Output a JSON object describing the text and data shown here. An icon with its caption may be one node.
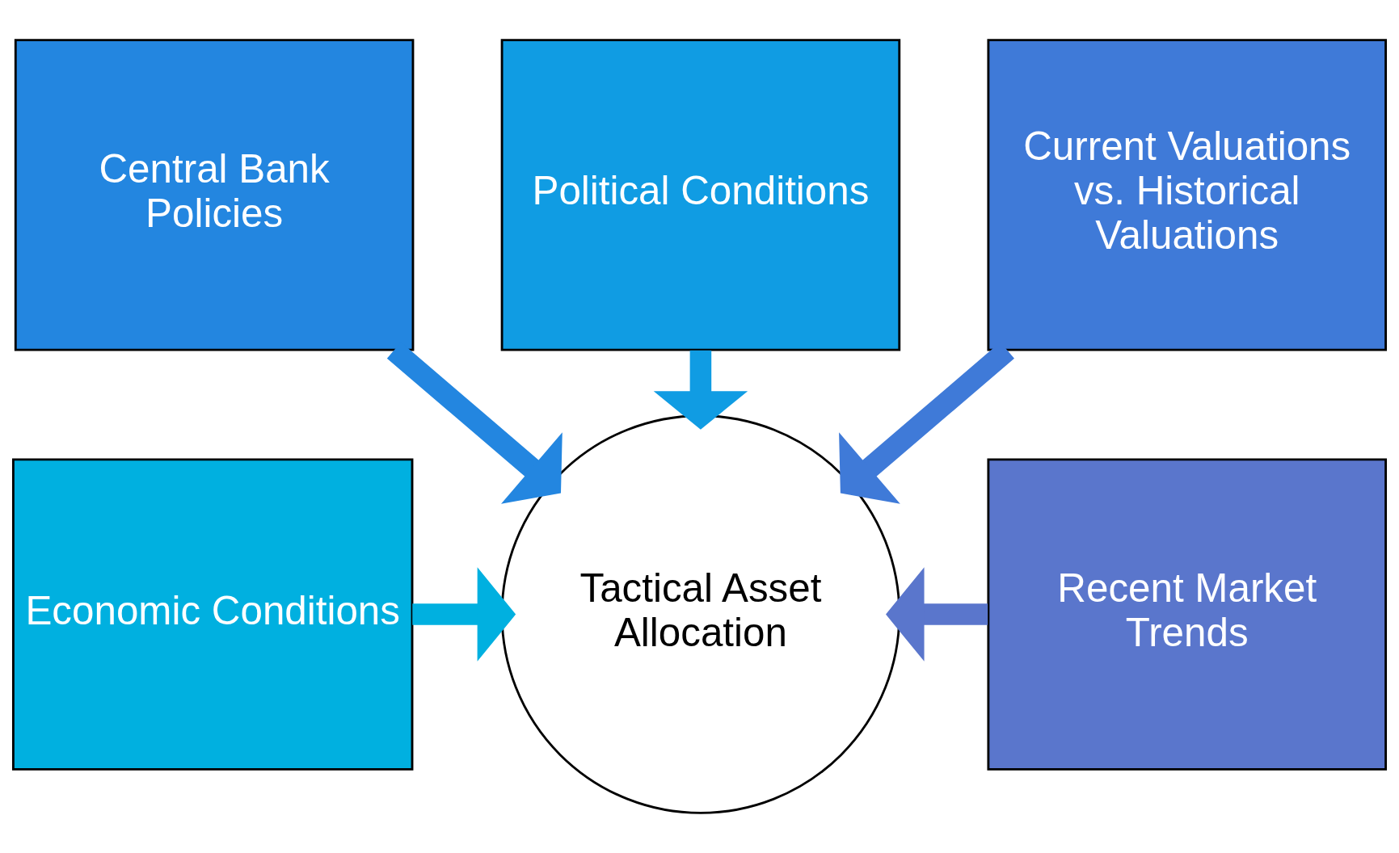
{
  "diagram": {
    "nodes": [
      {
        "text": [
          "Economic Conditions"
        ]
      },
      {
        "text": [
          "Political Conditions"
        ]
      },
      {
        "text": [
          "Central Bank Policies"
        ]
      },
      {
        "text": [
          "Current Valuations vs. Historical Valuations"
        ]
      },
      {
        "text": [
          "Recent Market Trends"
        ]
      },
      {
        "text": [
          "Tactical Asset Allocation"
        ]
      }
    ],
    "edges": [
      {
        "from": 0,
        "to": 5,
        "arrow": "to",
        "color": "#00b0e0"
      },
      {
        "from": 1,
        "to": 5,
        "arrow": "to",
        "color": "#109ce3"
      },
      {
        "from": 2,
        "to": 5,
        "arrow": "to",
        "color": "#2386e0"
      },
      {
        "from": 3,
        "to": 5,
        "arrow": "to",
        "color": "#3f7ad8"
      },
      {
        "from": 4,
        "to": 5,
        "arrow": "to",
        "color": "#5a76cc"
      }
    ]
  }
}
